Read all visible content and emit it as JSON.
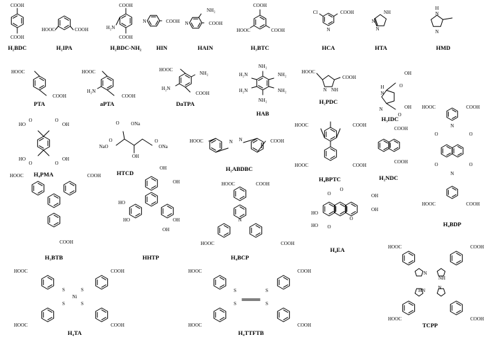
{
  "molecules": [
    {
      "id": "h2bdc",
      "caption": "H₂BDC",
      "groups": [
        "COOH",
        "COOH"
      ]
    },
    {
      "id": "h2ipa",
      "caption": "H₂IPA",
      "groups": [
        "HOOC",
        "COOH"
      ]
    },
    {
      "id": "h2bdcnh2",
      "caption": "H₂BDC-NH₂",
      "groups": [
        "COOH",
        "H₂N",
        "COOH"
      ]
    },
    {
      "id": "hin",
      "caption": "HIN",
      "groups": [
        "N",
        "COOH"
      ]
    },
    {
      "id": "hain",
      "caption": "HAIN",
      "groups": [
        "NH₂",
        "N",
        "COOH"
      ]
    },
    {
      "id": "h3btc",
      "caption": "H₃BTC",
      "groups": [
        "COOH",
        "HOOC",
        "COOH"
      ]
    },
    {
      "id": "hca",
      "caption": "HCA",
      "groups": [
        "Cl",
        "N",
        "COOH"
      ]
    },
    {
      "id": "hta",
      "caption": "HTA",
      "groups": [
        "N",
        "N",
        "NH"
      ]
    },
    {
      "id": "hmd",
      "caption": "HMD",
      "groups": [
        "H",
        "N",
        "N"
      ]
    },
    {
      "id": "pta",
      "caption": "PTA",
      "groups": [
        "HOOC",
        "COOH"
      ]
    },
    {
      "id": "apta",
      "caption": "aPTA",
      "groups": [
        "HOOC",
        "H₂N",
        "COOH"
      ]
    },
    {
      "id": "datpa",
      "caption": "DaTPA",
      "groups": [
        "HOOC",
        "NH₂",
        "H₂N",
        "COOH"
      ]
    },
    {
      "id": "hab",
      "caption": "HAB",
      "groups": [
        "NH₂",
        "H₂N",
        "NH₂",
        "H₂N",
        "NH₂",
        "NH₂"
      ]
    },
    {
      "id": "h2pdc",
      "caption": "H₂PDC",
      "groups": [
        "HOOC",
        "COOH",
        "N",
        "NH"
      ]
    },
    {
      "id": "h3idc",
      "caption": "H₃IDC",
      "groups": [
        "H",
        "N",
        "N",
        "OH",
        "O",
        "OH",
        "O"
      ]
    },
    {
      "id": "h4pma",
      "caption": "H₄PMA",
      "groups": [
        "HO",
        "O",
        "O",
        "OH",
        "HO",
        "O",
        "O",
        "OH"
      ]
    },
    {
      "id": "htcd",
      "caption": "HTCD",
      "groups": [
        "O",
        "ONa",
        "NaO",
        "O",
        "O",
        "ONa",
        "OH"
      ]
    },
    {
      "id": "h2abdbc",
      "caption": "H₂ABDBC",
      "groups": [
        "HOOC",
        "N",
        "N",
        "COOH"
      ]
    },
    {
      "id": "h4bptc",
      "caption": "H₄BPTC",
      "groups": [
        "HOOC",
        "COOH",
        "HOOC",
        "COOH"
      ]
    },
    {
      "id": "h2ndc",
      "caption": "H₂NDC",
      "groups": [
        "COOH",
        "COOH"
      ]
    },
    {
      "id": "h4bdp",
      "caption": "H₄BDP",
      "groups": [
        "HOOC",
        "COOH",
        "O",
        "O",
        "N",
        "N",
        "O",
        "O",
        "HOOC",
        "COOH"
      ]
    },
    {
      "id": "h3btb",
      "caption": "H₃BTB",
      "groups": [
        "HOOC",
        "COOH",
        "COOH"
      ]
    },
    {
      "id": "hhtp",
      "caption": "HHTP",
      "groups": [
        "OH",
        "OH",
        "HO",
        "HO",
        "OH",
        "OH"
      ]
    },
    {
      "id": "h4bcp",
      "caption": "H₄BCP",
      "groups": [
        "HOOC",
        "COOH",
        "N",
        "HOOC",
        "COOH"
      ]
    },
    {
      "id": "h4ea",
      "caption": "H₄EA",
      "groups": [
        "O",
        "O",
        "OH",
        "OH",
        "HO",
        "HO",
        "O",
        "O"
      ]
    },
    {
      "id": "h4ta",
      "caption": "H₄TA",
      "groups": [
        "HOOC",
        "COOH",
        "S",
        "S",
        "Ni",
        "S",
        "S",
        "HOOC",
        "COOH"
      ]
    },
    {
      "id": "h4ttftb",
      "caption": "H₄TTFTB",
      "groups": [
        "HOOC",
        "COOH",
        "S",
        "S",
        "S",
        "S",
        "HOOC",
        "COOH"
      ]
    },
    {
      "id": "tcpp",
      "caption": "TCPP",
      "groups": [
        "HOOC",
        "COOH",
        "N",
        "NH",
        "HN",
        "N",
        "HOOC",
        "COOH"
      ]
    }
  ]
}
